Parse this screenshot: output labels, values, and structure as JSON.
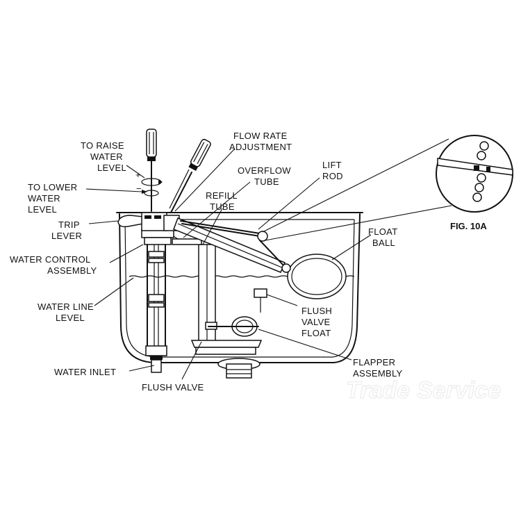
{
  "figure_label": "FIG. 10A",
  "watermark": {
    "left": "Trade",
    "right": "Service"
  },
  "labels": {
    "raise_1": "TO RAISE",
    "raise_2": "WATER",
    "raise_3": "LEVEL",
    "lower_1": "TO LOWER",
    "lower_2": "WATER",
    "lower_3": "LEVEL",
    "flow_1": "FLOW RATE",
    "flow_2": "ADJUSTMENT",
    "overflow_1": "OVERFLOW",
    "overflow_2": "TUBE",
    "lift_1": "LIFT",
    "lift_2": "ROD",
    "refill_1": "REFILL",
    "refill_2": "TUBE",
    "trip_1": "TRIP",
    "trip_2": "LEVER",
    "wca_1": "WATER CONTROL",
    "wca_2": "ASSEMBLY",
    "float_1": "FLOAT",
    "float_2": "BALL",
    "wl_1": "WATER LINE",
    "wl_2": "LEVEL",
    "fvf_1": "FLUSH",
    "fvf_2": "VALVE",
    "fvf_3": "FLOAT",
    "flapper_1": "FLAPPER",
    "flapper_2": "ASSEMBLY",
    "inlet": "WATER INLET",
    "flush_valve": "FLUSH VALVE"
  }
}
